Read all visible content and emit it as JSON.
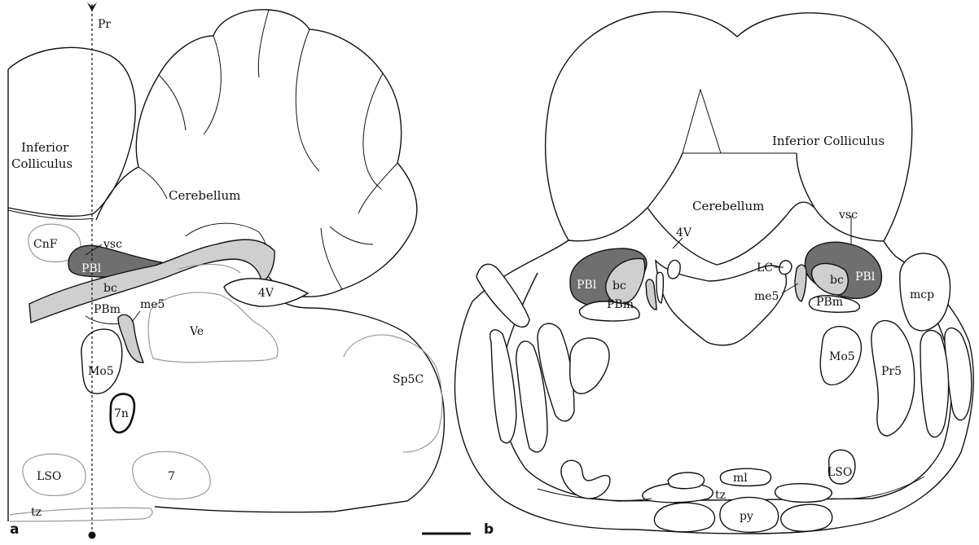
{
  "panel_a": {
    "letter": "a",
    "labels": {
      "pr": "Pr",
      "inferior_colliculus_1": "Inferior",
      "inferior_colliculus_2": "Colliculus",
      "cerebellum": "Cerebellum",
      "cnf": "CnF",
      "vsc": "vsc",
      "pbl": "PBl",
      "bc": "bc",
      "pbm": "PBm",
      "me5": "me5",
      "fourth_ventricle": "4V",
      "ve": "Ve",
      "mo5": "Mo5",
      "sp5c": "Sp5C",
      "n7": "7n",
      "lso": "LSO",
      "nucleus7": "7",
      "tz": "tz"
    }
  },
  "panel_b": {
    "letter": "b",
    "labels": {
      "inferior_colliculus": "Inferior Colliculus",
      "cerebellum": "Cerebellum",
      "fourth_ventricle": "4V",
      "vsc": "vsc",
      "lc": "LC",
      "pbl_left": "PBl",
      "pbl_right": "PBl",
      "bc_left": "bc",
      "bc_right": "bc",
      "pbm_left": "PBm",
      "pbm_right": "PBm",
      "me5": "me5",
      "mcp": "mcp",
      "mo5": "Mo5",
      "pr5": "Pr5",
      "lso": "LSO",
      "ml": "ml",
      "tz": "tz",
      "py": "py"
    }
  }
}
